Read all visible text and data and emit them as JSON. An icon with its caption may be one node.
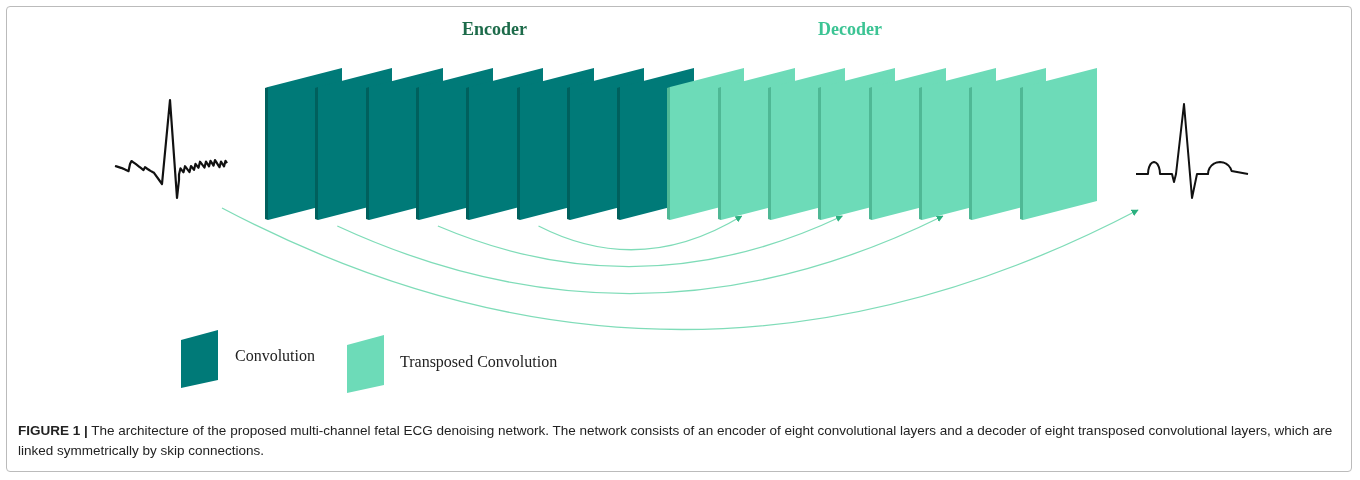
{
  "diagram": {
    "caption": "**FIGURE 1 |** The architecture of the proposed multi-channel fetal ECG denoising network. The network consists of an encoder of eight convolutional layers and a decoder of eight transposed convolutional layers, which are linked symmetrically by skip connections.",
    "nodes": [
      {
        "text": [],
        "shape": "picture"
      },
      {
        "text": [],
        "shape": "box"
      },
      {
        "text": [],
        "shape": "box"
      },
      {
        "text": [],
        "shape": "box"
      },
      {
        "text": [],
        "shape": "box"
      },
      {
        "text": [],
        "shape": "box"
      },
      {
        "text": [],
        "shape": "box"
      },
      {
        "text": [],
        "shape": "box"
      },
      {
        "text": [],
        "shape": "box"
      },
      {
        "text": [],
        "shape": "box"
      },
      {
        "text": [],
        "shape": "box"
      },
      {
        "text": [],
        "shape": "box"
      },
      {
        "text": [],
        "shape": "box"
      },
      {
        "text": [],
        "shape": "box"
      },
      {
        "text": [],
        "shape": "box"
      },
      {
        "text": [],
        "shape": "box"
      },
      {
        "text": [],
        "shape": "box"
      },
      {
        "text": [],
        "shape": "picture"
      }
    ],
    "edges": [
      {
        "from": 6,
        "to": 10,
        "arrow": "to"
      },
      {
        "from": 4,
        "to": 12,
        "arrow": "to"
      },
      {
        "from": 2,
        "to": 14,
        "arrow": "to"
      },
      {
        "from": 0,
        "to": 17,
        "arrow": "to"
      }
    ],
    "labels": [
      "Encoder",
      "Decoder"
    ],
    "legend": [
      {
        "text": "Convolution",
        "color": "#007a78"
      },
      {
        "text": "Transposed Convolution",
        "color": "#6ddbb8"
      }
    ]
  }
}
